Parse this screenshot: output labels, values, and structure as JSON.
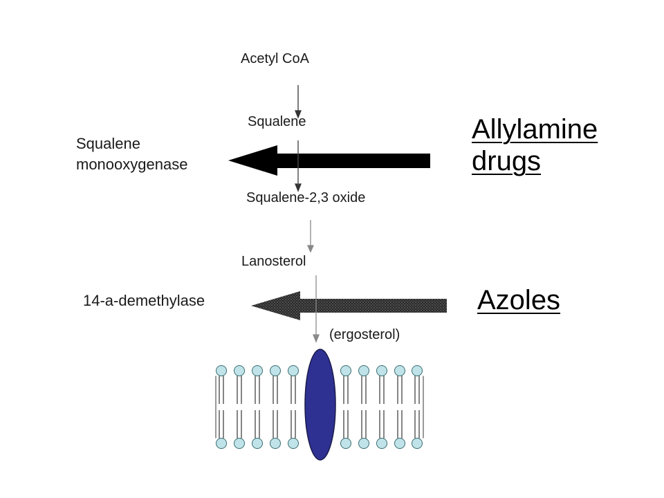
{
  "pathway": {
    "steps": [
      "Acetyl CoA",
      "Squalene",
      "Squalene-2,3 oxide",
      "Lanosterol",
      "(ergosterol)"
    ]
  },
  "enzymes": {
    "squalene_monooxygenase": [
      "Squalene",
      "monooxygenase"
    ],
    "demethylase": "14-a-demethylase"
  },
  "drugs": {
    "allylamine": [
      "Allylamine",
      "drugs"
    ],
    "azoles": "Azoles"
  },
  "colors": {
    "allylamine_arrow": "#000000",
    "azole_arrow": "#3a3a3a",
    "lipid_head": "#bfe3e8",
    "membrane_protein": "#2e3192",
    "text": "#1a1a1a"
  },
  "icons": [
    "lipid-bilayer-icon",
    "membrane-protein-icon"
  ]
}
